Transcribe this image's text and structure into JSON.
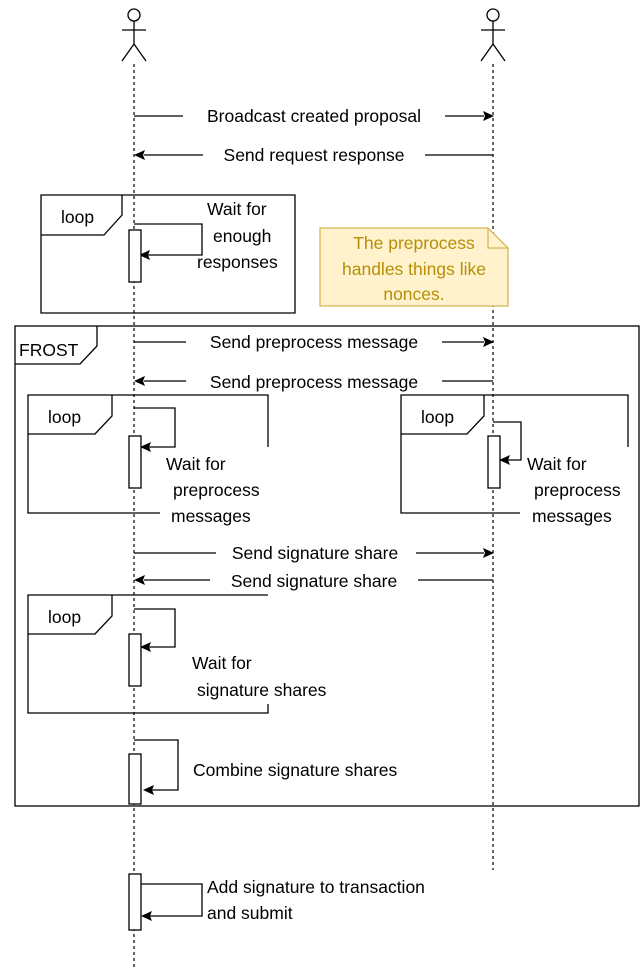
{
  "diagram": {
    "frames": {
      "loop_label": "loop",
      "frost_label": "FROST"
    },
    "messages": {
      "broadcast": "Broadcast created proposal",
      "request_response": "Send request response",
      "preprocess_to_right": "Send preprocess message",
      "preprocess_to_left": "Send preprocess message",
      "share_to_right": "Send signature share",
      "share_to_left": "Send signature share"
    },
    "self_calls": {
      "wait_responses": [
        "Wait for",
        "enough",
        "responses"
      ],
      "wait_preprocess_left": [
        "Wait for",
        "preprocess",
        "messages"
      ],
      "wait_preprocess_right": [
        "Wait for",
        "preprocess",
        "messages"
      ],
      "wait_shares": [
        "Wait for",
        "signature shares"
      ],
      "combine": "Combine signature shares",
      "add_signature": [
        "Add signature to transaction",
        "and submit"
      ]
    },
    "note": {
      "lines": [
        "The preprocess",
        "handles things like",
        "nonces."
      ],
      "fill": "#fff2cc",
      "stroke": "#d6b656",
      "text_color": "#b78f07"
    }
  }
}
